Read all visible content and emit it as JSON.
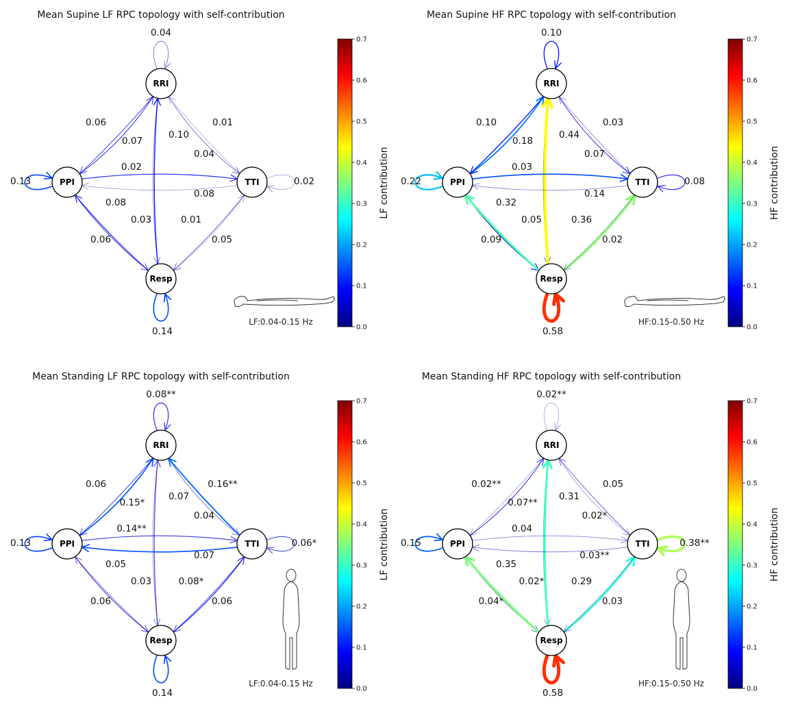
{
  "colormap": [
    "#00007f",
    "#0000ff",
    "#007fff",
    "#00ffff",
    "#7fff7f",
    "#ffff00",
    "#ff7f00",
    "#ff0000",
    "#7f0000"
  ],
  "colorbar_ticks": [
    "0.0",
    "0.1",
    "0.2",
    "0.3",
    "0.4",
    "0.5",
    "0.6",
    "0.7"
  ],
  "panels": [
    {
      "title": "Mean Supine LF RPC topology with self-contribution",
      "colorbar_label": "LF contribution",
      "band_text": "LF:0.04-0.15 Hz",
      "posture": "supine",
      "nodes": {
        "RRI": "RRI",
        "PPI": "PPI",
        "TTI": "TTI",
        "Resp": "Resp"
      },
      "self_loops": [
        {
          "node": "RRI",
          "value": 0.04,
          "label": "0.04"
        },
        {
          "node": "PPI",
          "value": 0.13,
          "label": "0.13"
        },
        {
          "node": "TTI",
          "value": 0.02,
          "label": "0.02"
        },
        {
          "node": "Resp",
          "value": 0.14,
          "label": "0.14"
        }
      ],
      "edges": [
        {
          "from": "PPI",
          "to": "RRI",
          "value": 0.07,
          "label": "0.07"
        },
        {
          "from": "RRI",
          "to": "PPI",
          "value": 0.06,
          "label": "0.06"
        },
        {
          "from": "RRI",
          "to": "TTI",
          "value": 0.04,
          "label": "0.04"
        },
        {
          "from": "TTI",
          "to": "RRI",
          "value": 0.01,
          "label": "0.01"
        },
        {
          "from": "RRI",
          "to": "Resp",
          "value": 0.03,
          "label": "0.03"
        },
        {
          "from": "Resp",
          "to": "RRI",
          "value": 0.1,
          "label": "0.10"
        },
        {
          "from": "PPI",
          "to": "TTI",
          "value": 0.08,
          "label": "0.08"
        },
        {
          "from": "TTI",
          "to": "PPI",
          "value": 0.02,
          "label": "0.02"
        },
        {
          "from": "PPI",
          "to": "Resp",
          "value": 0.06,
          "label": "0.06"
        },
        {
          "from": "Resp",
          "to": "PPI",
          "value": 0.08,
          "label": "0.08"
        },
        {
          "from": "Resp",
          "to": "TTI",
          "value": 0.01,
          "label": "0.01"
        },
        {
          "from": "TTI",
          "to": "Resp",
          "value": 0.05,
          "label": "0.05"
        }
      ]
    },
    {
      "title": "Mean Supine HF RPC topology with self-contribution",
      "colorbar_label": "HF contribution",
      "band_text": "HF:0.15-0.50 Hz",
      "posture": "supine",
      "nodes": {
        "RRI": "RRI",
        "PPI": "PPI",
        "TTI": "TTI",
        "Resp": "Resp"
      },
      "self_loops": [
        {
          "node": "RRI",
          "value": 0.1,
          "label": "0.10"
        },
        {
          "node": "PPI",
          "value": 0.22,
          "label": "0.22"
        },
        {
          "node": "TTI",
          "value": 0.08,
          "label": "0.08"
        },
        {
          "node": "Resp",
          "value": 0.58,
          "label": "0.58"
        }
      ],
      "edges": [
        {
          "from": "PPI",
          "to": "RRI",
          "value": 0.18,
          "label": "0.18"
        },
        {
          "from": "RRI",
          "to": "PPI",
          "value": 0.1,
          "label": "0.10"
        },
        {
          "from": "RRI",
          "to": "TTI",
          "value": 0.07,
          "label": "0.07"
        },
        {
          "from": "TTI",
          "to": "RRI",
          "value": 0.03,
          "label": "0.03"
        },
        {
          "from": "RRI",
          "to": "Resp",
          "value": 0.05,
          "label": "0.05"
        },
        {
          "from": "Resp",
          "to": "RRI",
          "value": 0.44,
          "label": "0.44"
        },
        {
          "from": "PPI",
          "to": "TTI",
          "value": 0.14,
          "label": "0.14"
        },
        {
          "from": "TTI",
          "to": "PPI",
          "value": 0.03,
          "label": "0.03"
        },
        {
          "from": "PPI",
          "to": "Resp",
          "value": 0.09,
          "label": "0.09"
        },
        {
          "from": "Resp",
          "to": "PPI",
          "value": 0.32,
          "label": "0.32"
        },
        {
          "from": "Resp",
          "to": "TTI",
          "value": 0.36,
          "label": "0.36"
        },
        {
          "from": "TTI",
          "to": "Resp",
          "value": 0.02,
          "label": "0.02"
        }
      ]
    },
    {
      "title": "Mean Standing LF RPC topology with self-contribution",
      "colorbar_label": "LF contribution",
      "band_text": "LF:0.04-0.15 Hz",
      "posture": "standing",
      "nodes": {
        "RRI": "RRI",
        "PPI": "PPI",
        "TTI": "TTI",
        "Resp": "Resp"
      },
      "self_loops": [
        {
          "node": "RRI",
          "value": 0.08,
          "label": "0.08**"
        },
        {
          "node": "PPI",
          "value": 0.13,
          "label": "0.13"
        },
        {
          "node": "TTI",
          "value": 0.06,
          "label": "0.06*"
        },
        {
          "node": "Resp",
          "value": 0.14,
          "label": "0.14"
        }
      ],
      "edges": [
        {
          "from": "PPI",
          "to": "RRI",
          "value": 0.15,
          "label": "0.15*"
        },
        {
          "from": "RRI",
          "to": "PPI",
          "value": 0.06,
          "label": "0.06"
        },
        {
          "from": "RRI",
          "to": "TTI",
          "value": 0.04,
          "label": "0.04"
        },
        {
          "from": "TTI",
          "to": "RRI",
          "value": 0.16,
          "label": "0.16**"
        },
        {
          "from": "RRI",
          "to": "Resp",
          "value": 0.03,
          "label": "0.03"
        },
        {
          "from": "Resp",
          "to": "RRI",
          "value": 0.07,
          "label": "0.07"
        },
        {
          "from": "PPI",
          "to": "TTI",
          "value": 0.07,
          "label": "0.07"
        },
        {
          "from": "TTI",
          "to": "PPI",
          "value": 0.14,
          "label": "0.14**"
        },
        {
          "from": "PPI",
          "to": "Resp",
          "value": 0.06,
          "label": "0.06"
        },
        {
          "from": "Resp",
          "to": "PPI",
          "value": 0.05,
          "label": "0.05"
        },
        {
          "from": "Resp",
          "to": "TTI",
          "value": 0.08,
          "label": "0.08*"
        },
        {
          "from": "TTI",
          "to": "Resp",
          "value": 0.06,
          "label": "0.06"
        }
      ]
    },
    {
      "title": "Mean Standing HF RPC topology with self-contribution",
      "colorbar_label": "HF contribution",
      "band_text": "HF:0.15-0.50 Hz",
      "posture": "standing",
      "nodes": {
        "RRI": "RRI",
        "PPI": "PPI",
        "TTI": "TTI",
        "Resp": "Resp"
      },
      "self_loops": [
        {
          "node": "RRI",
          "value": 0.02,
          "label": "0.02**"
        },
        {
          "node": "PPI",
          "value": 0.15,
          "label": "0.15"
        },
        {
          "node": "TTI",
          "value": 0.38,
          "label": "0.38**"
        },
        {
          "node": "Resp",
          "value": 0.58,
          "label": "0.58"
        }
      ],
      "edges": [
        {
          "from": "PPI",
          "to": "RRI",
          "value": 0.07,
          "label": "0.07**"
        },
        {
          "from": "RRI",
          "to": "PPI",
          "value": 0.02,
          "label": "0.02**"
        },
        {
          "from": "RRI",
          "to": "TTI",
          "value": 0.02,
          "label": "0.02*"
        },
        {
          "from": "TTI",
          "to": "RRI",
          "value": 0.05,
          "label": "0.05"
        },
        {
          "from": "RRI",
          "to": "Resp",
          "value": 0.02,
          "label": "0.02*"
        },
        {
          "from": "Resp",
          "to": "RRI",
          "value": 0.31,
          "label": "0.31"
        },
        {
          "from": "PPI",
          "to": "TTI",
          "value": 0.03,
          "label": "0.03**"
        },
        {
          "from": "TTI",
          "to": "PPI",
          "value": 0.04,
          "label": "0.04"
        },
        {
          "from": "PPI",
          "to": "Resp",
          "value": 0.04,
          "label": "0.04*"
        },
        {
          "from": "Resp",
          "to": "PPI",
          "value": 0.35,
          "label": "0.35"
        },
        {
          "from": "Resp",
          "to": "TTI",
          "value": 0.29,
          "label": "0.29"
        },
        {
          "from": "TTI",
          "to": "Resp",
          "value": 0.03,
          "label": "0.03"
        }
      ]
    }
  ]
}
